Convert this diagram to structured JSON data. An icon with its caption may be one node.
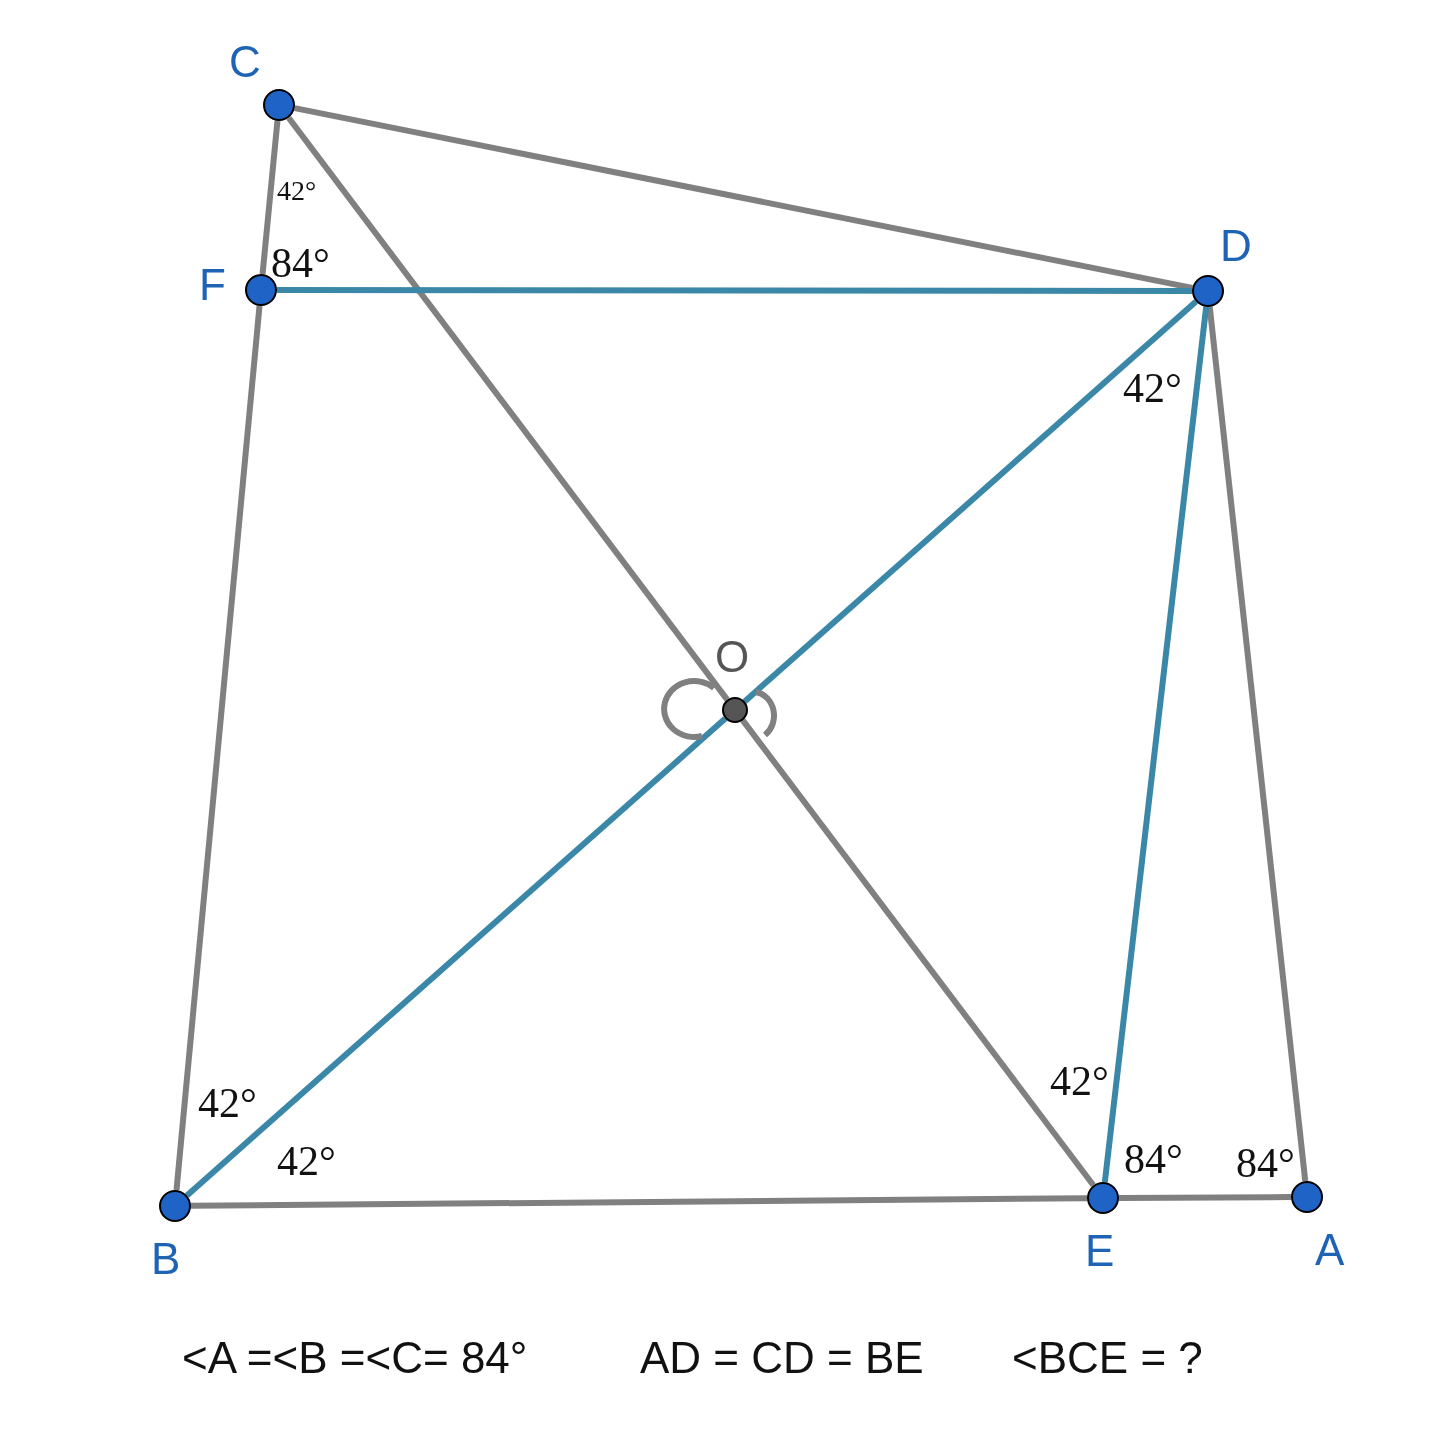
{
  "diagram": {
    "nodes": [
      {
        "text": [
          "C"
        ]
      },
      {
        "text": [
          "F"
        ]
      },
      {
        "text": [
          "D"
        ]
      },
      {
        "text": [
          "O"
        ]
      },
      {
        "text": [
          "B"
        ]
      },
      {
        "text": [
          "E"
        ]
      },
      {
        "text": [
          "A"
        ]
      }
    ],
    "edges": [
      {
        "from": 0,
        "to": 2,
        "arrow": "none"
      },
      {
        "from": 0,
        "to": 1,
        "arrow": "none"
      },
      {
        "from": 1,
        "to": 4,
        "arrow": "none"
      },
      {
        "from": 0,
        "to": 3,
        "arrow": "none"
      },
      {
        "from": 3,
        "to": 5,
        "arrow": "none"
      },
      {
        "from": 4,
        "to": 5,
        "arrow": "none"
      },
      {
        "from": 5,
        "to": 6,
        "arrow": "none"
      },
      {
        "from": 2,
        "to": 6,
        "arrow": "none"
      },
      {
        "from": 1,
        "to": 2,
        "arrow": "none",
        "color": "#3a87a8"
      },
      {
        "from": 2,
        "to": 3,
        "arrow": "none",
        "color": "#3a87a8"
      },
      {
        "from": 3,
        "to": 4,
        "arrow": "none",
        "color": "#3a87a8"
      },
      {
        "from": 2,
        "to": 5,
        "arrow": "none",
        "color": "#3a87a8"
      }
    ],
    "labels": [
      "42°",
      "84°",
      "42°",
      "42°",
      "42°",
      "42°",
      "84°",
      "84°",
      "<A =<B =<C= 84°",
      "AD = CD = BE",
      "<BCE = ?"
    ]
  }
}
